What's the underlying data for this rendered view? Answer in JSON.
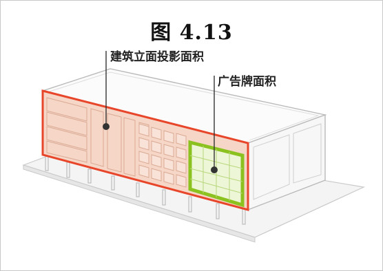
{
  "figure": {
    "title": "图 4.13"
  },
  "labels": {
    "facade_projection_area": "建筑立面投影面积",
    "billboard_area": "广告牌面积"
  },
  "colors": {
    "facade_outline": "#e8462a",
    "facade_fill": "#f6d6c6",
    "billboard_outline": "#8cc21f",
    "billboard_fill": "#eef6d8",
    "building_lines": "#b9b9b9",
    "pointer": "#333333"
  }
}
